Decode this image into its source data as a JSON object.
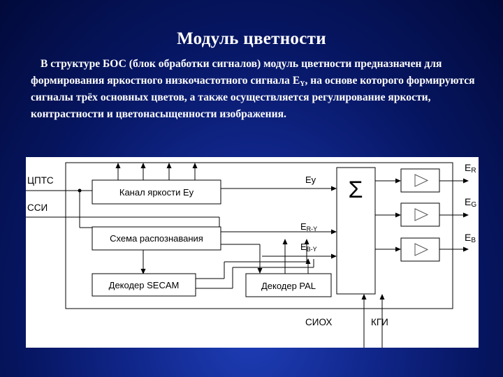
{
  "slide": {
    "title": "Модуль цветности",
    "body": {
      "part1": "В структуре БОС (блок обработки сигналов) модуль цветности предназначен для формирования яркостного низкочастотного сигнала E",
      "sub": "Y",
      "part2": ", на основе которого формируются сигналы трёх основных цветов, а также осуществляется регулирование яркости, контрастности и цветонасыщенности изображения."
    }
  },
  "diagram": {
    "inputs": {
      "cpts": "ЦПТС",
      "ssi": "ССИ"
    },
    "blocks": {
      "luma_channel": "Канал яркости Еу",
      "recognition": "Схема распознавания",
      "secam": "Декодер SECAM",
      "pal": "Декодер PAL",
      "summator": "Σ"
    },
    "signals": {
      "ey": "Еу",
      "ery": {
        "main": "E",
        "sub": "R-Y"
      },
      "eby": {
        "main": "E",
        "sub": "B-Y"
      }
    },
    "outputs": {
      "er": {
        "main": "E",
        "sub": "R"
      },
      "eg": {
        "main": "E",
        "sub": "G"
      },
      "eb": {
        "main": "E",
        "sub": "B"
      }
    },
    "controls": {
      "sioh": "СИОХ",
      "kgi": "КГИ"
    }
  }
}
